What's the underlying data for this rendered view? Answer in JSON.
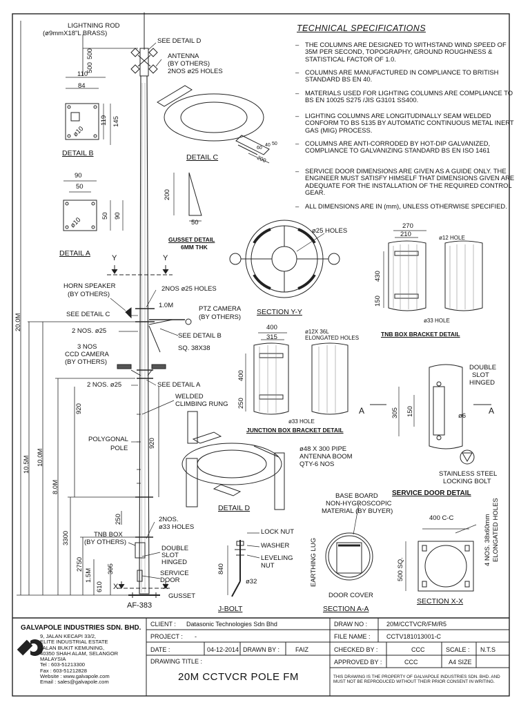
{
  "specs": {
    "title": "TECHNICAL SPECIFICATIONS",
    "items": [
      "THE COLUMNS ARE DESIGNED TO WITHSTAND WIND SPEED OF 35M PER SECOND, TOPOGRAPHY, GROUND ROUGHNESS & STATISTICAL FACTOR OF 1.0.",
      "COLUMNS ARE MANUFACTURED IN COMPLIANCE TO BRITISH STANDARD BS EN 40.",
      "MATERIALS USED FOR LIGHTING COLUMNS ARE COMPLIANCE TO BS EN 10025 S275 /JIS G3101 SS400.",
      "LIGHTING COLUMNS ARE LONGITUDINALLY SEAM WELDED CONFORM TO BS 5135 BY AUTOMATIC CONTINUOUS METAL INERT GAS (MIG) PROCESS.",
      "COLUMNS ARE ANTI-CORRODED BY HOT-DIP GALVANIZED, COMPLIANCE TO GALVANIZING STANDARD BS EN ISO 1461",
      "SERVICE DOOR DIMENSIONS ARE GIVEN AS A GUIDE ONLY. THE ENGINEER MUST SATISFY HIMSELF THAT DIMENSIONS GIVEN ARE ADEQUATE FOR THE INSTALLATION OF THE REQUIRED CONTROL GEAR.",
      "ALL DIMENSIONS ARE IN (mm), UNLESS OTHERWISE SPECIFIED."
    ]
  },
  "pole": {
    "lightning_rod": "LIGHTNING ROD",
    "lightning_rod_spec": "(ø9mmX18\"L  BRASS)",
    "see_detail_d": "SEE DETAIL D",
    "antenna": "ANTENNA",
    "by_others": "(BY OTHERS)",
    "antenna_holes": "2NOS ø25 HOLES",
    "horn_speaker": "HORN SPEAKER",
    "horn_holes": "2NOS ø25 HOLES",
    "see_detail_c": "SEE DETAIL C",
    "dim_1m": "1.0M",
    "ptz_camera": "PTZ CAMERA",
    "two_nos_25a": "2 NOS. ø25",
    "see_detail_b": "SEE DETAIL B",
    "sq_38": "SQ. 38X38",
    "ccd_3nos": "3 NOS",
    "ccd_camera": "CCD CAMERA",
    "two_nos_25b": "2 NOS. ø25",
    "see_detail_a": "SEE DETAIL A",
    "welded": "WELDED",
    "climbing_rung": "CLIMBING RUNG",
    "polygonal": "POLYGONAL",
    "pole_label": "POLE",
    "dim_920a": "920",
    "dim_920b": "920",
    "dim_250": "250",
    "two_nos_33a": "2NOS.",
    "two_nos_33b": "ø33 HOLES",
    "tnb_box": "TNB BOX",
    "double": "DOUBLE",
    "slot": "SLOT",
    "hinged": "HINGED",
    "service": "SERVICE",
    "door": "DOOR",
    "gusset": "GUSSET",
    "dim_3300": "3300",
    "dim_2750": "2750",
    "dim_305": "305",
    "dim_15m": "1.5M",
    "dim_610": "610",
    "dim_20m": "20.0M",
    "dim_105m": "10.5M",
    "dim_10m": "10.0M",
    "dim_8m": "8.0M",
    "x_mark": "X",
    "y_mark": "Y",
    "base_label": "AF-383",
    "dim_500a": "500",
    "dim_500b": "500"
  },
  "detail_b": {
    "title": "DETAIL B",
    "d110": "110",
    "d84": "84",
    "d119": "119",
    "d145": "145",
    "hole": "ø10"
  },
  "detail_a": {
    "title": "DETAIL A",
    "d90": "90",
    "d50": "50",
    "d50v": "50",
    "d90v": "90",
    "hole": "ø10"
  },
  "detail_c": {
    "title": "DETAIL C",
    "d200": "200",
    "d60": "60",
    "d40": "40",
    "d50": "50"
  },
  "gusset": {
    "title": "GUSSET DETAIL",
    "thk": "6MM THK",
    "d200": "200",
    "d50": "50"
  },
  "section_yy": {
    "title": "SECTION Y-Y",
    "holes": "ø25 HOLES"
  },
  "tnb_bracket": {
    "title": "TNB BOX BRACKET DETAIL",
    "d270": "270",
    "d210": "210",
    "hole12": "ø12 HOLE",
    "d430": "430",
    "d150": "150",
    "hole33": "ø33 HOLE"
  },
  "jb_bracket": {
    "title": "JUNCTION BOX BRACKET DETAIL",
    "d400": "400",
    "d315": "315",
    "elong1": "ø12X 36L",
    "elong2": "ELONGATED HOLES",
    "d400v": "400",
    "d250": "250",
    "hole33": "ø33 HOLE"
  },
  "service_door": {
    "title": "SERVICE DOOR DETAIL",
    "double": "DOUBLE",
    "slot": "SLOT",
    "hinged": "HINGED",
    "a_left": "A",
    "a_right": "A",
    "d305": "305",
    "d150": "150",
    "phi6": "ø6",
    "bolt1": "STAINLESS STEEL",
    "bolt2": "LOCKING BOLT"
  },
  "detail_d": {
    "title": "DETAIL D",
    "pipe": "ø48 X 300 PIPE",
    "boom": "ANTENNA BOOM",
    "qty": "QTY-6 NOS"
  },
  "jbolt": {
    "title": "J-BOLT",
    "lock_nut": "LOCK NUT",
    "washer": "WASHER",
    "leveling": "LEVELING",
    "nut": "NUT",
    "d840": "840",
    "phi32": "ø32"
  },
  "section_aa": {
    "title": "SECTION A-A",
    "base_board": "BASE BOARD",
    "non_hygro": "NON-HYGROSCOPIC",
    "material": "MATERIAL (BY BUYER)",
    "earthing": "EARTHING LUG",
    "door_cover": "DOOR COVER"
  },
  "section_xx": {
    "title": "SECTION X-X",
    "d400cc": "400 C-C",
    "d500sq": "500 SQ.",
    "nos": "4 NOS. 38x60mm",
    "elong": "ELONGATED HOLES"
  },
  "title_block": {
    "company": "GALVAPOLE INDUSTRIES SDN. BHD.",
    "address": [
      "9, JALAN KECAPI 33/2,",
      "ELITE INDUSTRIAL ESTATE",
      "JALAN BUKIT KEMUNING,",
      "40350 SHAH ALAM, SELANGOR",
      "MALAYSIA",
      "Tel  : 603-51213300",
      "Fax  : 603-51212828",
      "Website  : www.galvapole.com",
      "Email  : sales@galvapole.com"
    ],
    "client_label": "CLIENT :",
    "client_value": "Datasonic Technologies Sdn Bhd",
    "project_label": "PROJECT :",
    "project_value": "-",
    "date_label": "DATE :",
    "date_value": "04-12-2014",
    "drawn_label": "DRAWN BY :",
    "drawn_value": "FAIZ",
    "drawing_title_label": "DRAWING TITLE :",
    "drawing_title": "20M CCTVCR POLE FM",
    "draw_no_label": "DRAW NO :",
    "draw_no_value": "20M/CCTVCR/FM/R5",
    "file_name_label": "FILE NAME :",
    "file_name_value": "CCTV181013001-C",
    "checked_label": "CHECKED BY :",
    "checked_value": "CCC",
    "scale_label": "SCALE :",
    "scale_value": "N.T.S",
    "approved_label": "APPROVED BY :",
    "approved_value": "CCC",
    "size_value": "A4 SIZE",
    "notice": "THIS DRAWING IS THE PROPERTY OF GALVAPOLE INDUSTRIES SDN. BHD. AND MUST NOT BE REPRODUCED WITHOUT THEIR PRIOR CONSENT IN WRITING."
  }
}
